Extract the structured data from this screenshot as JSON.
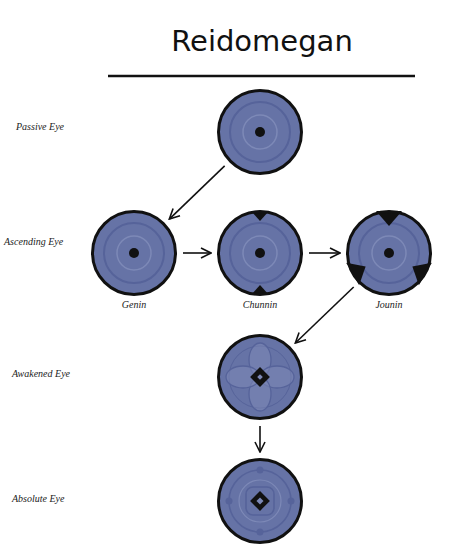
{
  "diagram": {
    "title": "Reidomegan",
    "nodes": [
      {
        "text": []
      },
      {
        "text": [
          "Genin"
        ]
      },
      {
        "text": [
          "Chunnin"
        ]
      },
      {
        "text": [
          "Jounin"
        ]
      },
      {
        "text": []
      },
      {
        "text": []
      }
    ],
    "edges": [
      {
        "from": 0,
        "to": 1,
        "arrow": "to"
      },
      {
        "from": 1,
        "to": 2,
        "arrow": "to"
      },
      {
        "from": 2,
        "to": 3,
        "arrow": "to"
      },
      {
        "from": 3,
        "to": 4,
        "arrow": "to"
      },
      {
        "from": 4,
        "to": 5,
        "arrow": "to"
      }
    ],
    "labels": [
      "Passive Eye",
      "Ascending Eye",
      "Awakened Eye",
      "Absolute Eye"
    ]
  }
}
